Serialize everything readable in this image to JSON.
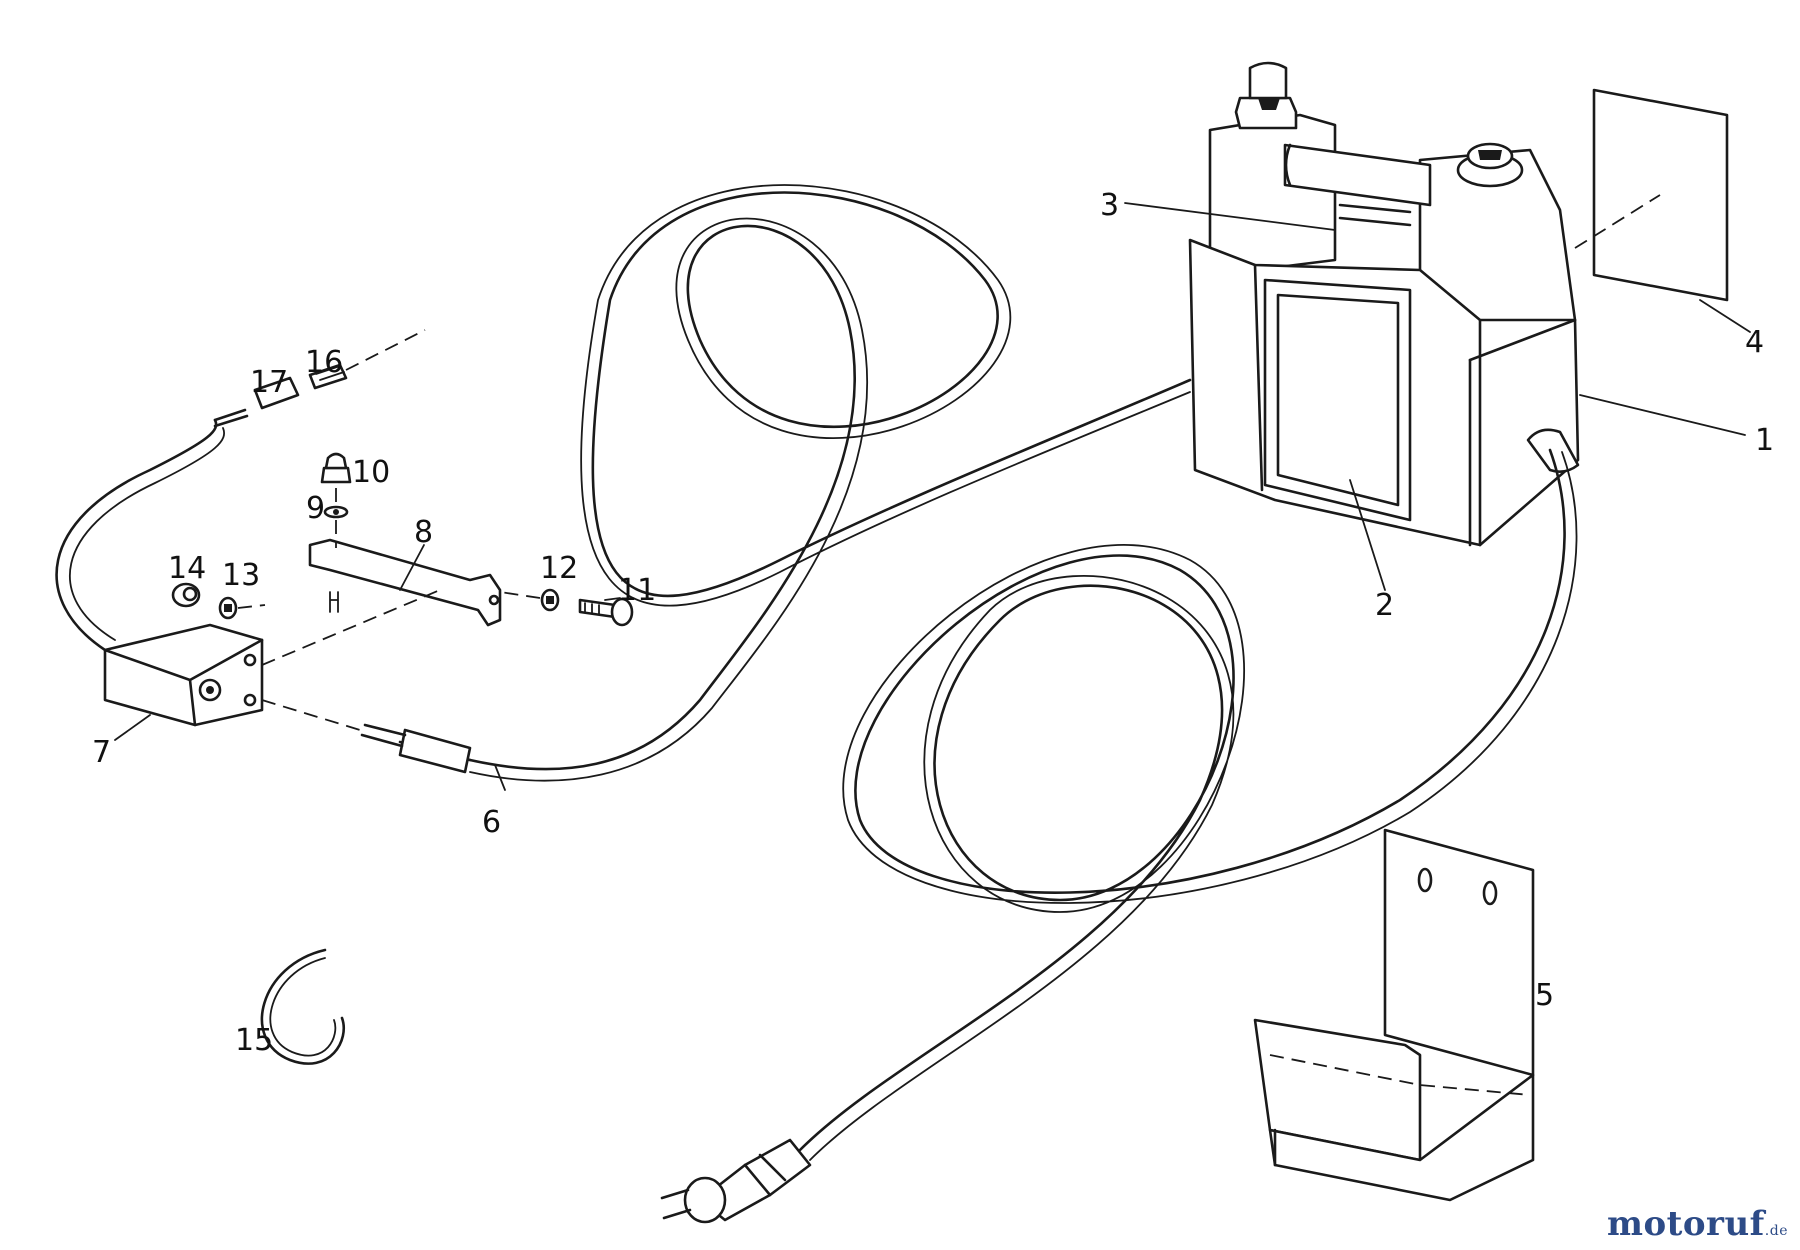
{
  "callouts": [
    {
      "id": "1",
      "label": "1"
    },
    {
      "id": "2",
      "label": "2"
    },
    {
      "id": "3",
      "label": "3"
    },
    {
      "id": "4",
      "label": "4"
    },
    {
      "id": "5",
      "label": "5"
    },
    {
      "id": "6",
      "label": "6"
    },
    {
      "id": "7",
      "label": "7"
    },
    {
      "id": "8",
      "label": "8"
    },
    {
      "id": "9",
      "label": "9"
    },
    {
      "id": "10",
      "label": "10"
    },
    {
      "id": "11",
      "label": "11"
    },
    {
      "id": "12",
      "label": "12"
    },
    {
      "id": "13",
      "label": "13"
    },
    {
      "id": "14",
      "label": "14"
    },
    {
      "id": "15",
      "label": "15"
    },
    {
      "id": "16",
      "label": "16"
    },
    {
      "id": "17",
      "label": "17"
    }
  ],
  "watermark": {
    "brand": "motoruf",
    "suffix": ".de",
    "color": "#2d4b87"
  }
}
